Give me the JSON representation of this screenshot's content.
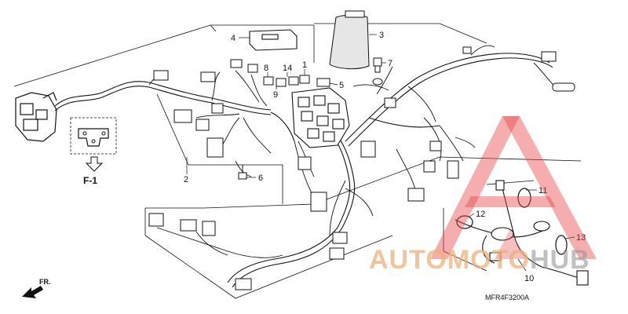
{
  "callouts": {
    "c1": "1",
    "c2": "2",
    "c3": "3",
    "c4": "4",
    "c5": "5",
    "c6": "6",
    "c7": "7",
    "c8": "8",
    "c9": "9",
    "c10": "10",
    "c11": "11",
    "c12": "12",
    "c13": "13",
    "c14": "14"
  },
  "ref_label": "F-1",
  "direction_label": "FR.",
  "diagram_code": "MFR4F3200A",
  "watermark": {
    "part1": "AUTOMOTO",
    "part2": "HUB"
  },
  "colors": {
    "line": "#111111",
    "watermark_red": "#e84a4a",
    "watermark_orange": "#ecb078",
    "watermark_gray": "#969696"
  }
}
